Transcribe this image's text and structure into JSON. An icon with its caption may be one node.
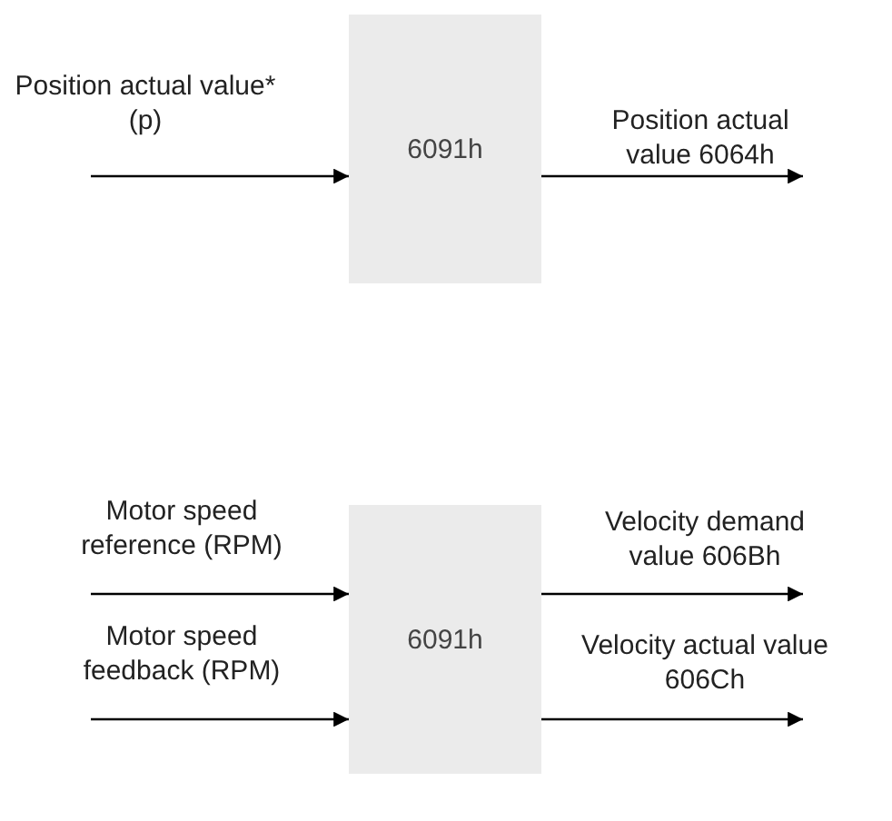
{
  "diagram": {
    "nodes": [
      {
        "text": [
          "6091h"
        ]
      },
      {
        "text": [
          "6091h"
        ]
      }
    ],
    "edges": [
      {
        "from": null,
        "to": 0,
        "arrow": "to",
        "label": "Position actual value* (p)"
      },
      {
        "from": 0,
        "to": null,
        "arrow": "to",
        "label": "Position actual value 6064h"
      },
      {
        "from": null,
        "to": 1,
        "arrow": "to",
        "label": "Motor speed reference (RPM)"
      },
      {
        "from": null,
        "to": 1,
        "arrow": "to",
        "label": "Motor speed feedback (RPM)"
      },
      {
        "from": 1,
        "to": null,
        "arrow": "to",
        "label": "Velocity demand value 606Bh"
      },
      {
        "from": 1,
        "to": null,
        "arrow": "to",
        "label": "Velocity actual value 606Ch"
      }
    ]
  }
}
